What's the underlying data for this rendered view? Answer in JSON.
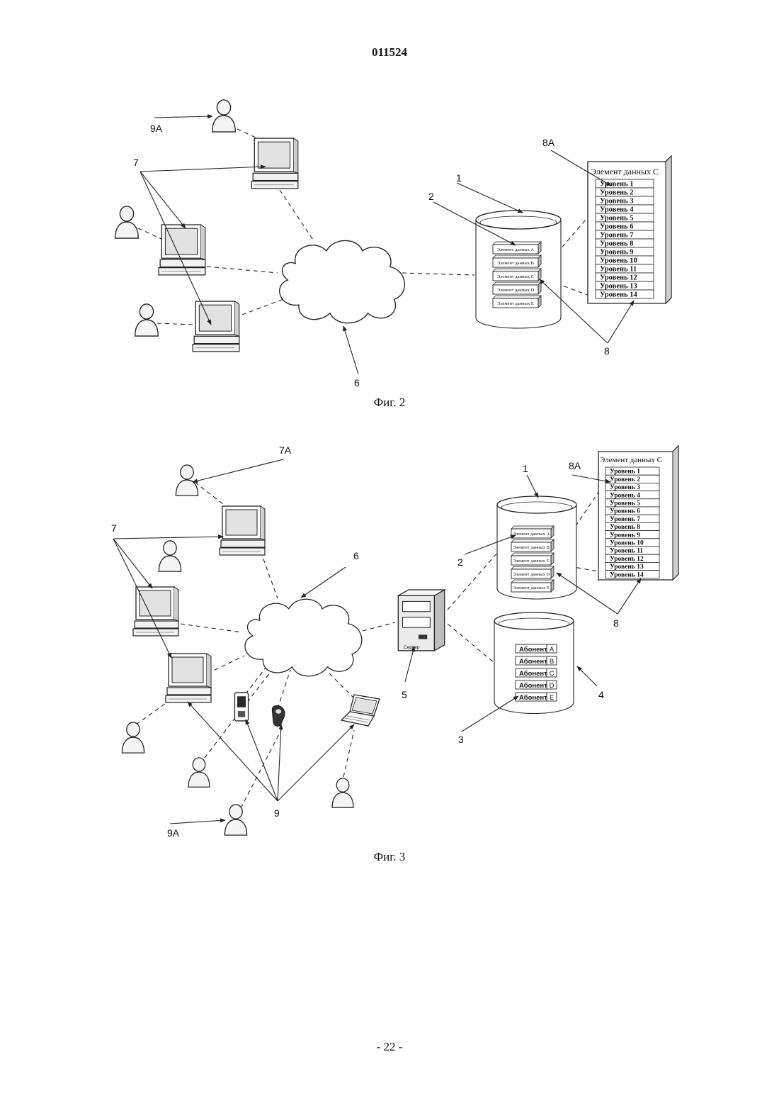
{
  "document_number": "011524",
  "page_number": "- 22 -",
  "fig2": {
    "caption": "Фиг. 2",
    "labels": {
      "user": "9A",
      "terminals": "7",
      "database": "1",
      "data_elements": "2",
      "network": "6",
      "levels": "8",
      "detail": "8A"
    },
    "db_items": [
      "Элемент данных A",
      "Элемент данных B",
      "Элемент данных C",
      "Элемент данных D",
      "Элемент данных E"
    ],
    "panel_title": "Элемент данных С",
    "levels": [
      "Уровень 1",
      "Уровень 2",
      "Уровень 3",
      "Уровень 4",
      "Уровень 5",
      "Уровень 6",
      "Уровень 7",
      "Уровень 8",
      "Уровень 9",
      "Уровень 10",
      "Уровень 11",
      "Уровень 12",
      "Уровень 13",
      "Уровень 14"
    ]
  },
  "fig3": {
    "caption": "Фиг. 3",
    "labels": {
      "detail7": "7A",
      "terminals": "7",
      "network": "6",
      "database": "1",
      "data_elements": "2",
      "detail8": "8A",
      "levels": "8",
      "server": "5",
      "subscriber_db": "4",
      "subscriber_items": "3",
      "users": "9",
      "user": "9A"
    },
    "server_label": "Сервер",
    "db_items": [
      "Элемент данных A",
      "Элемент данных B",
      "Элемент данных C",
      "Элемент данных D",
      "Элемент данных E"
    ],
    "subscribers": [
      {
        "name": "Абонент",
        "letter": "A"
      },
      {
        "name": "Абонент",
        "letter": "B"
      },
      {
        "name": "Абонент",
        "letter": "C"
      },
      {
        "name": "Абонент",
        "letter": "D"
      },
      {
        "name": "Абонент",
        "letter": "E"
      }
    ],
    "panel_title": "Элемент данных С",
    "levels": [
      "Уровень 1",
      "Уровень 2",
      "Уровень 3",
      "Уровень 4",
      "Уровень 5",
      "Уровень 6",
      "Уровень 7",
      "Уровень 8",
      "Уровень 9",
      "Уровень 10",
      "Уровень 11",
      "Уровень 12",
      "Уровень 13",
      "Уровень 14"
    ]
  }
}
